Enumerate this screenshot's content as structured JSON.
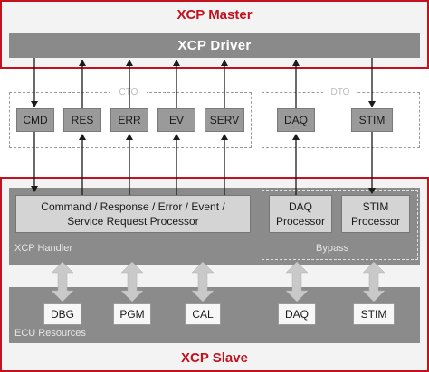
{
  "master": {
    "title": "XCP Master",
    "driver": "XCP Driver"
  },
  "cto": {
    "label": "CTO",
    "packets": [
      "CMD",
      "RES",
      "ERR",
      "EV",
      "SERV"
    ]
  },
  "dto": {
    "label": "DTO",
    "packets": [
      "DAQ",
      "STIM"
    ]
  },
  "handler": {
    "label": "XCP Handler",
    "processor_line1": "Command / Response / Error / Event /",
    "processor_line2": "Service Request Processor",
    "bypass_label": "Bypass",
    "daq_line1": "DAQ",
    "daq_line2": "Processor",
    "stim_line1": "STIM",
    "stim_line2": "Processor"
  },
  "resources": {
    "label": "ECU Resources",
    "items": [
      "DBG",
      "PGM",
      "CAL",
      "DAQ",
      "STIM"
    ]
  },
  "slave": {
    "title": "XCP Slave"
  },
  "colors": {
    "accent": "#c1121f",
    "dark_gray": "#8b8b8b",
    "mid_gray": "#9a9a9a",
    "light_gray": "#d4d4d4"
  }
}
